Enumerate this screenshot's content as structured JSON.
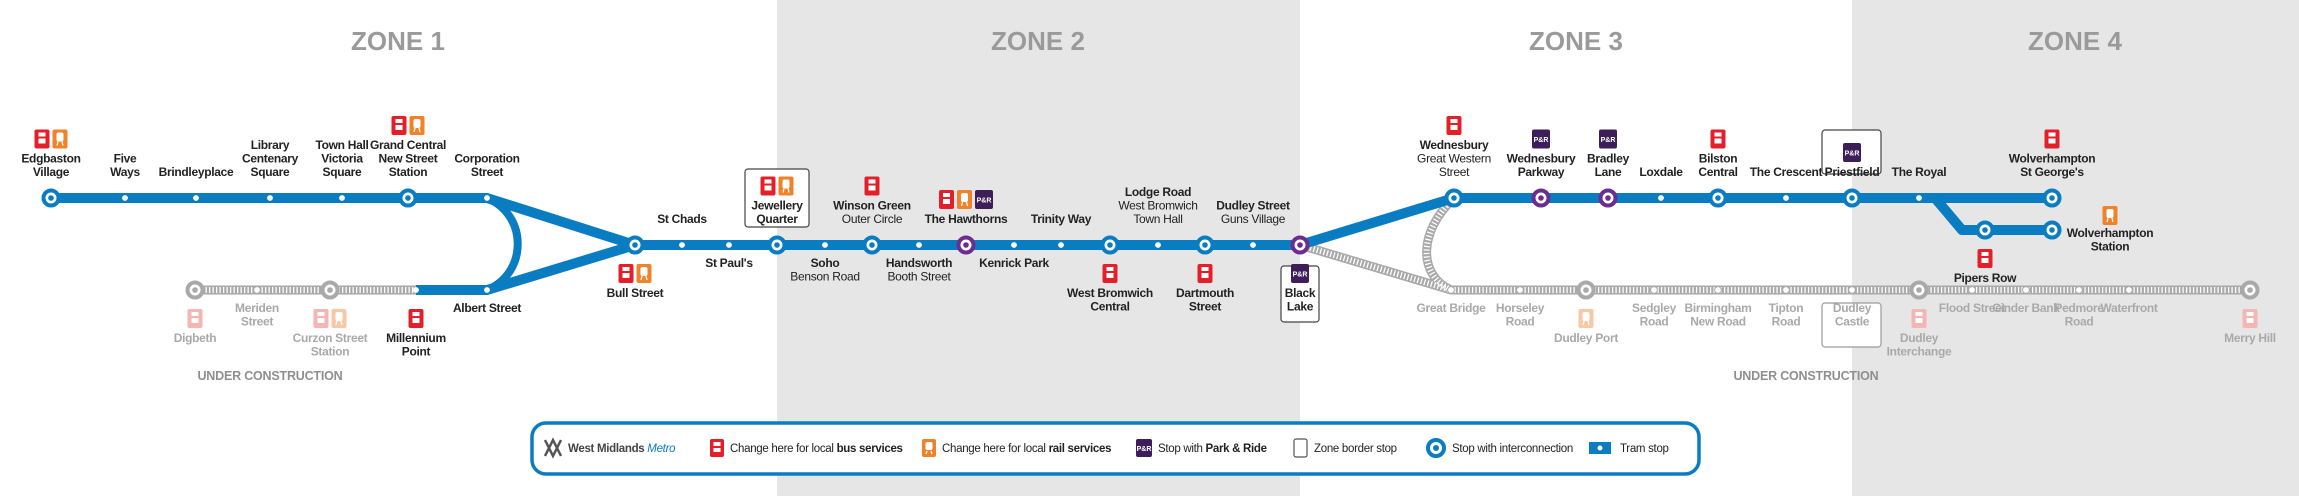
{
  "zones": [
    "ZONE 1",
    "ZONE 2",
    "ZONE 3",
    "ZONE 4"
  ],
  "under_construction_label": "UNDER CONSTRUCTION",
  "park_ride_icon_text": "P&R",
  "colors": {
    "line": "#0a7cc1",
    "bus": "#e3202a",
    "rail": "#f0822a",
    "park_ride": "#3d1e5a",
    "park_ride_stop": "#6b2d8f",
    "zone_bg": "#e6e6e6",
    "construction": "#a9a9a9"
  },
  "stations": [
    {
      "id": "edgbaston-village",
      "lines": [
        "Edgbaston",
        "Village"
      ],
      "services": [
        "bus",
        "rail"
      ]
    },
    {
      "id": "five-ways",
      "lines": [
        "Five",
        "Ways"
      ],
      "services": []
    },
    {
      "id": "brindleyplace",
      "lines": [
        "Brindleyplace"
      ],
      "services": []
    },
    {
      "id": "library",
      "lines": [
        "Library",
        "Centenary",
        "Square"
      ],
      "services": []
    },
    {
      "id": "town-hall",
      "lines": [
        "Town Hall",
        "Victoria",
        "Square"
      ],
      "services": []
    },
    {
      "id": "grand-central",
      "lines": [
        "Grand Central",
        "New Street",
        "Station"
      ],
      "services": [
        "bus",
        "rail"
      ]
    },
    {
      "id": "corporation-street",
      "lines": [
        "Corporation",
        "Street"
      ],
      "services": []
    },
    {
      "id": "albert-street",
      "lines": [
        "Albert Street"
      ],
      "services": []
    },
    {
      "id": "millennium-point",
      "lines": [
        "Millennium",
        "Point"
      ],
      "services": [
        "bus"
      ]
    },
    {
      "id": "curzon-street",
      "lines": [
        "Curzon Street",
        "Station"
      ],
      "services": [
        "bus",
        "rail"
      ],
      "under_construction": true
    },
    {
      "id": "meriden-street",
      "lines": [
        "Meriden",
        "Street"
      ],
      "services": [],
      "under_construction": true
    },
    {
      "id": "digbeth",
      "lines": [
        "Digbeth"
      ],
      "services": [
        "bus"
      ],
      "under_construction": true
    },
    {
      "id": "bull-street",
      "lines": [
        "Bull Street"
      ],
      "services": [
        "bus",
        "rail"
      ]
    },
    {
      "id": "st-chads",
      "lines": [
        "St Chads"
      ],
      "services": []
    },
    {
      "id": "st-pauls",
      "lines": [
        "St Paul's"
      ],
      "services": []
    },
    {
      "id": "jewellery-quarter",
      "lines": [
        "Jewellery",
        "Quarter"
      ],
      "services": [
        "bus",
        "rail"
      ],
      "zone_border": true
    },
    {
      "id": "soho",
      "lines": [
        "Soho",
        "Benson Road"
      ],
      "services": []
    },
    {
      "id": "winson-green",
      "lines": [
        "Winson Green",
        "Outer Circle"
      ],
      "services": [
        "bus"
      ]
    },
    {
      "id": "handsworth",
      "lines": [
        "Handsworth",
        "Booth Street"
      ],
      "services": []
    },
    {
      "id": "the-hawthorns",
      "lines": [
        "The Hawthorns"
      ],
      "services": [
        "bus",
        "rail",
        "park_ride"
      ]
    },
    {
      "id": "kenrick-park",
      "lines": [
        "Kenrick Park"
      ],
      "services": []
    },
    {
      "id": "trinity-way",
      "lines": [
        "Trinity Way"
      ],
      "services": []
    },
    {
      "id": "west-bromwich-central",
      "lines": [
        "West Bromwich",
        "Central"
      ],
      "services": [
        "bus"
      ]
    },
    {
      "id": "lodge-road",
      "lines": [
        "Lodge Road",
        "West Bromwich",
        "Town Hall"
      ],
      "services": []
    },
    {
      "id": "dartmouth-street",
      "lines": [
        "Dartmouth",
        "Street"
      ],
      "services": [
        "bus"
      ]
    },
    {
      "id": "dudley-street",
      "lines": [
        "Dudley Street",
        "Guns Village"
      ],
      "services": []
    },
    {
      "id": "black-lake",
      "lines": [
        "Black",
        "Lake"
      ],
      "services": [
        "park_ride"
      ],
      "zone_border": true
    },
    {
      "id": "wednesbury-gws",
      "lines": [
        "Wednesbury",
        "Great Western",
        "Street"
      ],
      "services": [
        "bus"
      ]
    },
    {
      "id": "wednesbury-parkway",
      "lines": [
        "Wednesbury",
        "Parkway"
      ],
      "services": [
        "park_ride"
      ]
    },
    {
      "id": "bradley-lane",
      "lines": [
        "Bradley",
        "Lane"
      ],
      "services": [
        "park_ride"
      ]
    },
    {
      "id": "loxdale",
      "lines": [
        "Loxdale"
      ],
      "services": []
    },
    {
      "id": "bilston-central",
      "lines": [
        "Bilston",
        "Central"
      ],
      "services": [
        "bus"
      ]
    },
    {
      "id": "the-crescent",
      "lines": [
        "The Crescent"
      ],
      "services": []
    },
    {
      "id": "priestfield",
      "lines": [
        "Priestfield"
      ],
      "services": [
        "park_ride"
      ],
      "zone_border": true
    },
    {
      "id": "the-royal",
      "lines": [
        "The Royal"
      ],
      "services": []
    },
    {
      "id": "wolverhampton-st-georges",
      "lines": [
        "Wolverhampton",
        "St George's"
      ],
      "services": [
        "bus"
      ]
    },
    {
      "id": "pipers-row",
      "lines": [
        "Pipers Row"
      ],
      "services": [
        "bus"
      ]
    },
    {
      "id": "wolverhampton-station",
      "lines": [
        "Wolverhampton",
        "Station"
      ],
      "services": [
        "rail"
      ]
    },
    {
      "id": "great-bridge",
      "lines": [
        "Great Bridge"
      ],
      "services": [],
      "under_construction": true
    },
    {
      "id": "horseley-road",
      "lines": [
        "Horseley",
        "Road"
      ],
      "services": [],
      "under_construction": true
    },
    {
      "id": "dudley-port",
      "lines": [
        "Dudley Port"
      ],
      "services": [
        "rail"
      ],
      "under_construction": true
    },
    {
      "id": "sedgley-road",
      "lines": [
        "Sedgley",
        "Road"
      ],
      "services": [],
      "under_construction": true
    },
    {
      "id": "birmingham-new-road",
      "lines": [
        "Birmingham",
        "New Road"
      ],
      "services": [],
      "under_construction": true
    },
    {
      "id": "tipton-road",
      "lines": [
        "Tipton",
        "Road"
      ],
      "services": [],
      "under_construction": true
    },
    {
      "id": "dudley-castle",
      "lines": [
        "Dudley",
        "Castle"
      ],
      "services": [],
      "under_construction": true,
      "zone_border": true
    },
    {
      "id": "dudley-interchange",
      "lines": [
        "Dudley",
        "Interchange"
      ],
      "services": [
        "bus"
      ],
      "under_construction": true
    },
    {
      "id": "flood-street",
      "lines": [
        "Flood Street"
      ],
      "services": [],
      "under_construction": true
    },
    {
      "id": "cinder-bank",
      "lines": [
        "Cinder Bank"
      ],
      "services": [],
      "under_construction": true
    },
    {
      "id": "pedmore-road",
      "lines": [
        "Pedmore",
        "Road"
      ],
      "services": [],
      "under_construction": true
    },
    {
      "id": "waterfront",
      "lines": [
        "Waterfront"
      ],
      "services": [],
      "under_construction": true
    },
    {
      "id": "merry-hill",
      "lines": [
        "Merry Hill"
      ],
      "services": [
        "bus"
      ],
      "under_construction": true
    }
  ],
  "legend": {
    "brand_a": "West Midlands ",
    "brand_b": "Metro",
    "bus_a": "Change here for local ",
    "bus_b": "bus services",
    "rail_a": "Change here for local ",
    "rail_b": "rail services",
    "pr_a": "Stop with ",
    "pr_b": "Park & Ride",
    "zone_border": "Zone border stop",
    "interconnection": "Stop with interconnection",
    "tram_stop": "Tram stop"
  }
}
